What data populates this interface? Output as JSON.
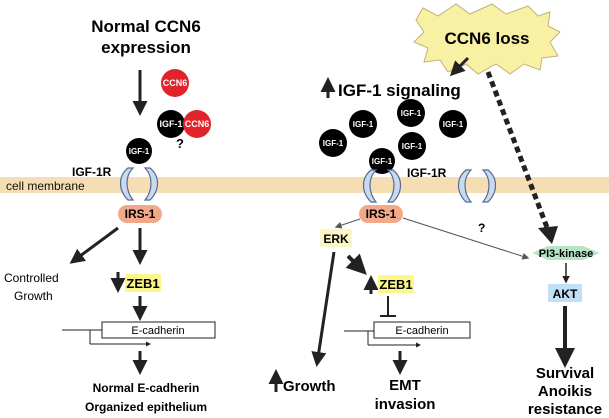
{
  "colors": {
    "membrane": "#f5deb3",
    "receptor_fill": "#c9daf0",
    "receptor_stroke": "#556b8f",
    "irs_fill": "#f2a98a",
    "ccn6_red": "#e0242c",
    "igf_black": "#000000",
    "highlight_yellow": "#fbf78a",
    "burst_fill": "#f8f0a2",
    "pi3k_fill": "#b7e4c7",
    "akt_fill": "#bfe0f5",
    "erk_fill": "#fbf6c6",
    "arrow": "#222222"
  },
  "left": {
    "title_line1": "Normal CCN6",
    "title_line2": "expression",
    "ccn6_ball": "CCN6",
    "igf1_ball": "IGF-1",
    "ccn6_ball_pair": "CCN6",
    "igf1_ball_pair": "IGF-1",
    "question": "?",
    "igf1_bound": "IGF-1",
    "receptor_label": "IGF-1R",
    "membrane_label": "cell membrane",
    "irs1": "IRS-1",
    "controlled_line1": "Controlled",
    "controlled_line2": "Growth",
    "zeb1": "ZEB1",
    "ecadherin": "E-cadherin",
    "outcome_line1": "Normal E-cadherin",
    "outcome_line2": "Organized epithelium"
  },
  "right": {
    "ccn6_loss": "CCN6 loss",
    "igf_signaling": "IGF-1 signaling",
    "igf1_balls": [
      "IGF-1",
      "IGF-1",
      "IGF-1",
      "IGF-1",
      "IGF-1"
    ],
    "igf1_bound": "IGF-1",
    "receptor_label": "IGF-1R",
    "irs1": "IRS-1",
    "question": "?",
    "erk": "ERK",
    "zeb1": "ZEB1",
    "ecadherin": "E-cadherin",
    "growth": "Growth",
    "emt_line1": "EMT",
    "emt_line2": "invasion",
    "pi3k": "PI3-kinase",
    "akt": "AKT",
    "survival_line1": "Survival",
    "survival_line2": "Anoikis",
    "survival_line3": "resistance"
  }
}
